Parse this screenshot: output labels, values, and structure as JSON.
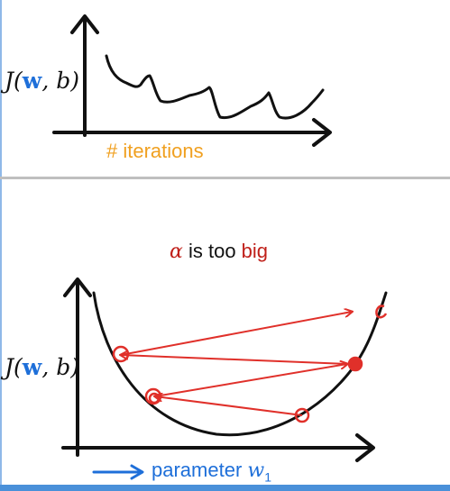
{
  "top_chart": {
    "ylabel_func": "J(",
    "ylabel_vec": "w",
    "ylabel_rest": ", b)",
    "xlabel": "# iterations"
  },
  "bottom_chart": {
    "title_alpha": "α",
    "title_middle": " is too ",
    "title_big": "big",
    "ylabel_func": "J(",
    "ylabel_vec": "w",
    "ylabel_rest": ", b)",
    "xlabel_prefix": "parameter ",
    "xlabel_var": "w",
    "xlabel_sub": "1"
  },
  "colors": {
    "axis": "#111111",
    "accent_orange": "#f0a020",
    "accent_red": "#e0302a",
    "accent_blue": "#1e6fd9"
  },
  "icons": [
    "arrow-right-icon"
  ]
}
